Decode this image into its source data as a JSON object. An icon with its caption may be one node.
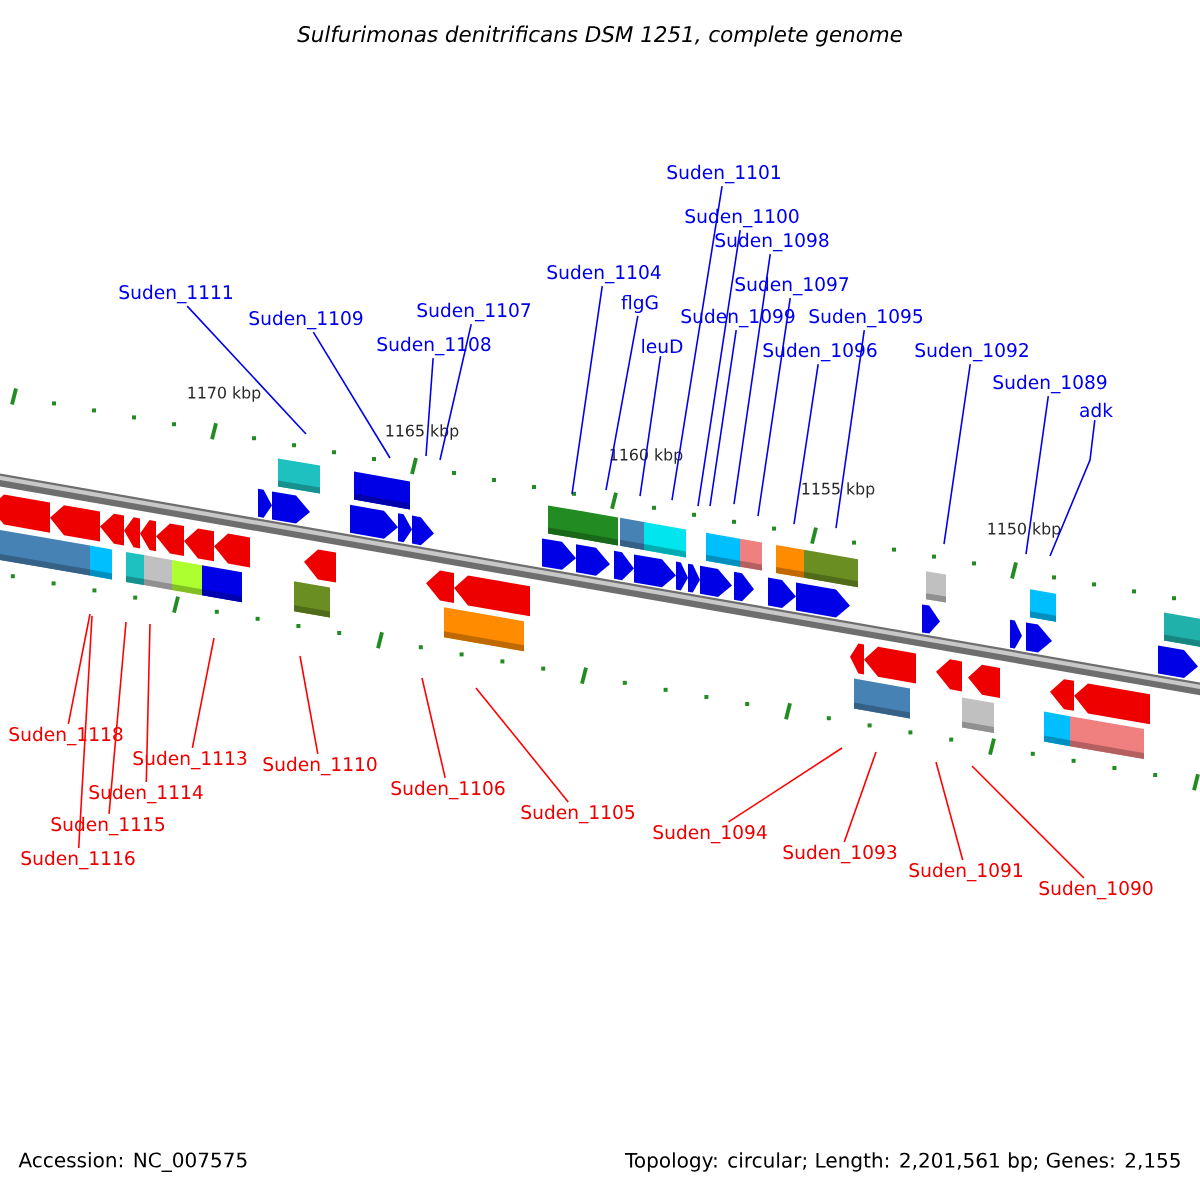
{
  "diagram": {
    "title": "Sulfurimonas denitrificans DSM 1251, complete genome",
    "nodes": [
      {
        "text": [
          "Suden_1111"
        ]
      },
      {
        "text": [
          "Suden_1109"
        ]
      },
      {
        "text": [
          "Suden_1107"
        ]
      },
      {
        "text": [
          "Suden_1108"
        ]
      },
      {
        "text": [
          "Suden_1104"
        ]
      },
      {
        "text": [
          "flgG"
        ]
      },
      {
        "text": [
          "leuD"
        ]
      },
      {
        "text": [
          "Suden_1101"
        ]
      },
      {
        "text": [
          "Suden_1100"
        ]
      },
      {
        "text": [
          "Suden_1098"
        ]
      },
      {
        "text": [
          "Suden_1097"
        ]
      },
      {
        "text": [
          "Suden_1099"
        ]
      },
      {
        "text": [
          "Suden_1095"
        ]
      },
      {
        "text": [
          "Suden_1096"
        ]
      },
      {
        "text": [
          "Suden_1092"
        ]
      },
      {
        "text": [
          "Suden_1089"
        ]
      },
      {
        "text": [
          "adk"
        ]
      },
      {
        "text": [
          "Suden_1118"
        ]
      },
      {
        "text": [
          "Suden_1113"
        ]
      },
      {
        "text": [
          "Suden_1114"
        ]
      },
      {
        "text": [
          "Suden_1115"
        ]
      },
      {
        "text": [
          "Suden_1116"
        ]
      },
      {
        "text": [
          "Suden_1110"
        ]
      },
      {
        "text": [
          "Suden_1106"
        ]
      },
      {
        "text": [
          "Suden_1105"
        ]
      },
      {
        "text": [
          "Suden_1094"
        ]
      },
      {
        "text": [
          "Suden_1093"
        ]
      },
      {
        "text": [
          "Suden_1091"
        ]
      },
      {
        "text": [
          "Suden_1090"
        ]
      }
    ],
    "edges": [
      {
        "from": 0,
        "to": null,
        "arrow": "none"
      },
      {
        "from": 1,
        "to": null,
        "arrow": "none"
      },
      {
        "from": 2,
        "to": null,
        "arrow": "none"
      },
      {
        "from": 3,
        "to": null,
        "arrow": "none"
      },
      {
        "from": 4,
        "to": null,
        "arrow": "none"
      },
      {
        "from": 5,
        "to": null,
        "arrow": "none"
      },
      {
        "from": 6,
        "to": null,
        "arrow": "none"
      },
      {
        "from": 7,
        "to": null,
        "arrow": "none"
      },
      {
        "from": 8,
        "to": null,
        "arrow": "none"
      },
      {
        "from": 9,
        "to": null,
        "arrow": "none"
      },
      {
        "from": 10,
        "to": null,
        "arrow": "none"
      },
      {
        "from": 11,
        "to": null,
        "arrow": "none"
      },
      {
        "from": 12,
        "to": null,
        "arrow": "none"
      },
      {
        "from": 13,
        "to": null,
        "arrow": "none"
      },
      {
        "from": 14,
        "to": null,
        "arrow": "none"
      },
      {
        "from": 15,
        "to": null,
        "arrow": "none"
      },
      {
        "from": 16,
        "to": null,
        "arrow": "none"
      },
      {
        "from": 17,
        "to": null,
        "arrow": "none",
        "color": "#ff0000"
      },
      {
        "from": 18,
        "to": null,
        "arrow": "none",
        "color": "#ff0000"
      },
      {
        "from": 19,
        "to": null,
        "arrow": "none",
        "color": "#ff0000"
      },
      {
        "from": 20,
        "to": null,
        "arrow": "none",
        "color": "#ff0000"
      },
      {
        "from": 21,
        "to": null,
        "arrow": "none",
        "color": "#ff0000"
      },
      {
        "from": 22,
        "to": null,
        "arrow": "none",
        "color": "#ff0000"
      },
      {
        "from": 23,
        "to": null,
        "arrow": "none",
        "color": "#ff0000"
      },
      {
        "from": 24,
        "to": null,
        "arrow": "none",
        "color": "#ff0000"
      },
      {
        "from": 25,
        "to": null,
        "arrow": "none",
        "color": "#ff0000"
      },
      {
        "from": 26,
        "to": null,
        "arrow": "none",
        "color": "#ff0000"
      },
      {
        "from": 27,
        "to": null,
        "arrow": "none",
        "color": "#ff0000"
      },
      {
        "from": 28,
        "to": null,
        "arrow": "none",
        "color": "#ff0000"
      }
    ],
    "labels": [
      "1170 kbp",
      "1165 kbp",
      "1160 kbp",
      "1155 kbp",
      "1150 kbp",
      "Accession: NC_007575",
      "Topology: circular; Length: 2,201,561 bp; Genes: 2,155"
    ]
  }
}
